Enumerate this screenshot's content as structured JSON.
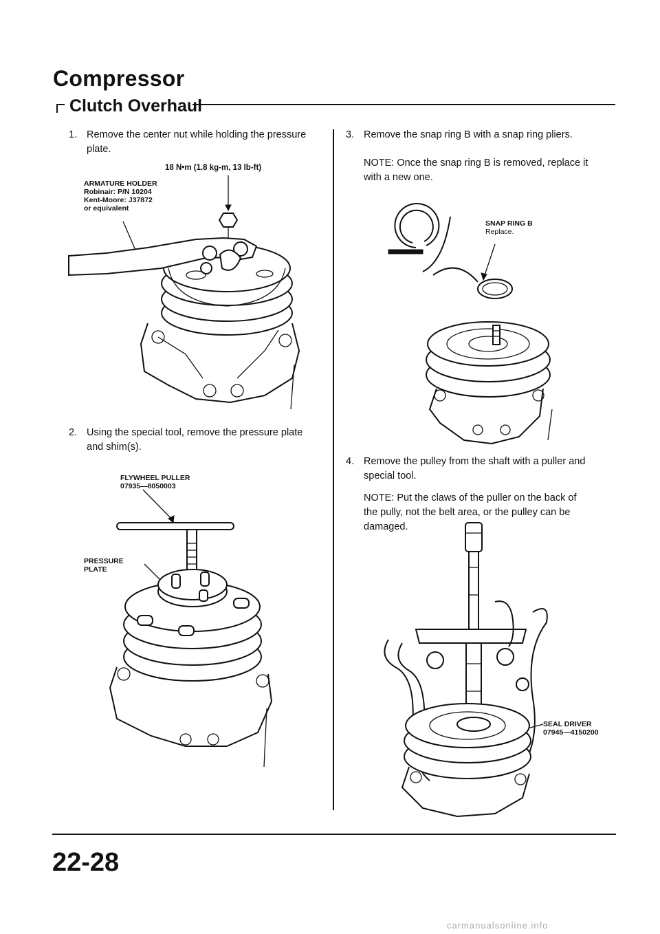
{
  "header": {
    "title": "Compressor",
    "subtitle": "Clutch Overhaul"
  },
  "steps": [
    {
      "num": "1.",
      "lines": [
        "Remove the center nut while holding the pressure",
        "plate."
      ]
    },
    {
      "num": "2.",
      "lines": [
        "Using the special tool, remove the pressure plate",
        "and shim(s)."
      ]
    },
    {
      "num": "3.",
      "lines": [
        "Remove the snap ring B with a snap ring pliers."
      ],
      "note": [
        "NOTE: Once the snap ring B is removed, replace it",
        "with a new one."
      ]
    },
    {
      "num": "4.",
      "lines": [
        "Remove the pulley from the shaft with a puller and",
        "special tool."
      ],
      "note": [
        "NOTE: Put the claws of the puller on the back of",
        "the pully, not the belt area, or the pulley can be",
        "damaged."
      ]
    }
  ],
  "labels": {
    "torque": "18 N•m (1.8 kg-m, 13 lb-ft)",
    "armature": [
      "ARMATURE HOLDER",
      "Robinair: P/N 10204",
      "Kent-Moore: J37872",
      "or equivalent"
    ],
    "flywheel": [
      "FLYWHEEL PULLER",
      "07935—8050003"
    ],
    "pressure_plate": [
      "PRESSURE",
      "PLATE"
    ],
    "snap_ring": [
      "SNAP RING B",
      "Replace."
    ],
    "seal_driver": [
      "SEAL DRIVER",
      "07945—4150200"
    ]
  },
  "footer": {
    "page_number": "22-28",
    "watermark": "carmanualsonline.info"
  }
}
